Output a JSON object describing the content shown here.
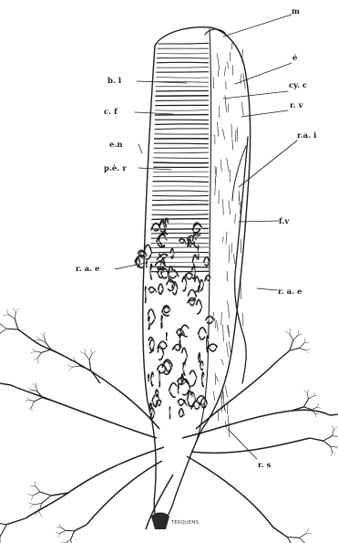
{
  "labels": {
    "m": "m",
    "e": "é",
    "cyc": "cy. c",
    "bl": "b. l",
    "rv": "r. v",
    "cf": "c. f",
    "rai": "r.a. i",
    "en": "e.n",
    "per": "p.è. r",
    "fv": "f.v",
    "rae_left": "r. a. e",
    "rae_right": "r. a. e",
    "rs": "r. s"
  },
  "signature": "TÉRQUEMS",
  "colors": {
    "ink": "#1c1c1c",
    "paper": "#ffffff"
  }
}
